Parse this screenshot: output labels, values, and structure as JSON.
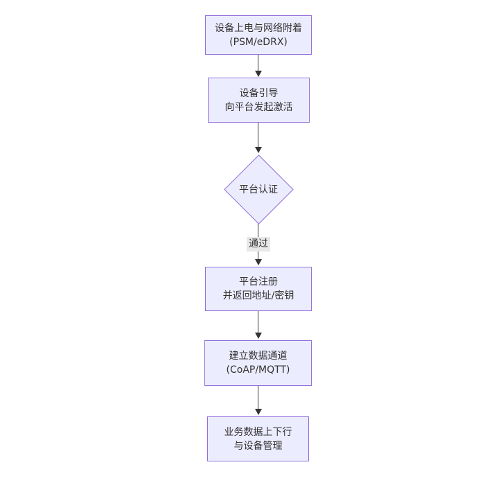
{
  "diagram": {
    "type": "flowchart",
    "direction": "top-down",
    "colors": {
      "node_fill": "#ECECFF",
      "node_border": "#9370DB",
      "text": "#333333",
      "edge": "#333333",
      "edge_label_bg": "#e8e8e8"
    },
    "nodes": [
      {
        "id": "power-attach",
        "shape": "rect",
        "lines": [
          "设备上电与网络附着",
          "(PSM/eDRX)"
        ]
      },
      {
        "id": "bootstrap",
        "shape": "rect",
        "lines": [
          "设备引导",
          "向平台发起激活"
        ]
      },
      {
        "id": "auth",
        "shape": "diamond",
        "lines": [
          "平台认证"
        ]
      },
      {
        "id": "register",
        "shape": "rect",
        "lines": [
          "平台注册",
          "并返回地址/密钥"
        ]
      },
      {
        "id": "channel",
        "shape": "rect",
        "lines": [
          "建立数据通道",
          "(CoAP/MQTT)"
        ]
      },
      {
        "id": "business",
        "shape": "rect",
        "lines": [
          "业务数据上下行",
          "与设备管理"
        ]
      }
    ],
    "edges": [
      {
        "from": "power-attach",
        "to": "bootstrap",
        "label": ""
      },
      {
        "from": "bootstrap",
        "to": "auth",
        "label": ""
      },
      {
        "from": "auth",
        "to": "register",
        "label": "通过"
      },
      {
        "from": "register",
        "to": "channel",
        "label": ""
      },
      {
        "from": "channel",
        "to": "business",
        "label": ""
      }
    ]
  }
}
